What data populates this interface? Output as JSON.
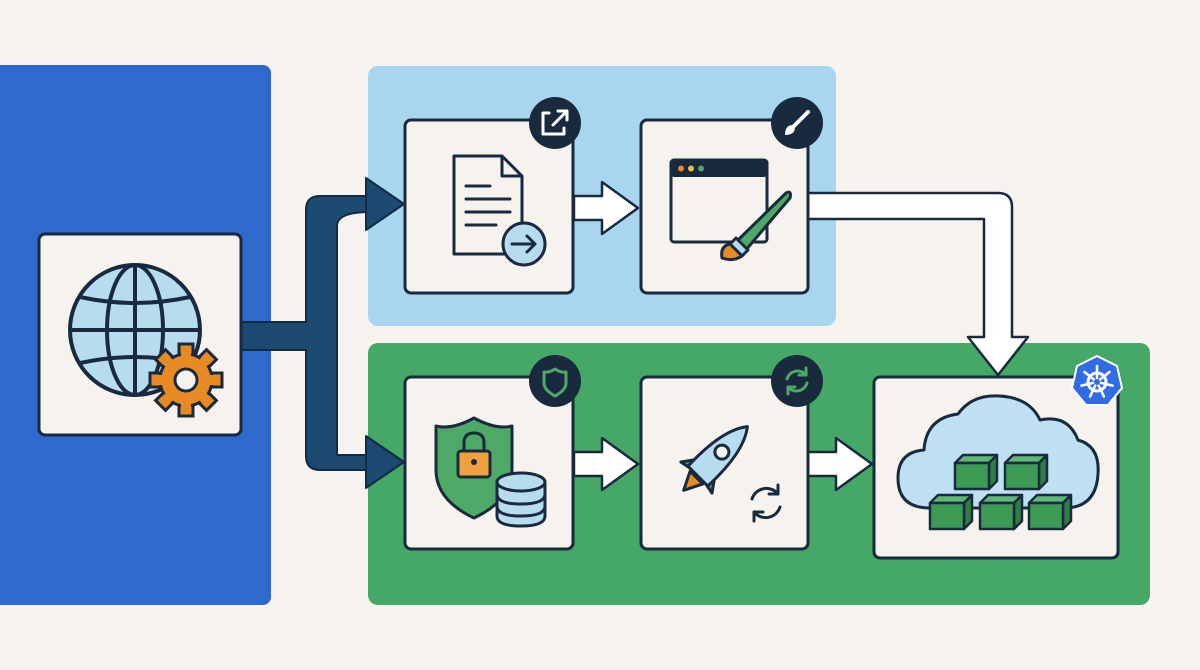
{
  "colors": {
    "background": "#f6f3ee",
    "source_panel": "#2e6acc",
    "top_panel": "#a8d6ee",
    "bottom_panel": "#45a866",
    "card": "#f6f3ee",
    "stroke": "#1a2a3e",
    "arrow_dark": "#1c4a70",
    "arrow_light": "#ffffff",
    "badge": "#1a2a3e",
    "gear": "#e88a24",
    "icon_light_blue": "#b8dcef",
    "shield_green": "#4ea866",
    "lock_orange": "#f0a040",
    "cube_green": "#3c9a55",
    "cloud": "#bfe0f2",
    "k8s_blue": "#326ce5"
  },
  "nodes": [
    {
      "id": "source",
      "icon": "globe-gear-icon"
    },
    {
      "id": "export",
      "icon": "document-arrow-icon",
      "badge": "external-link-icon"
    },
    {
      "id": "design",
      "icon": "browser-paintbrush-icon",
      "badge": "paintbrush-icon"
    },
    {
      "id": "security",
      "icon": "shield-lock-database-icon",
      "badge": "shield-icon"
    },
    {
      "id": "deploy",
      "icon": "rocket-refresh-icon",
      "badge": "refresh-icon"
    },
    {
      "id": "cluster",
      "icon": "cloud-containers-icon",
      "badge": "kubernetes-icon"
    }
  ],
  "edges": [
    {
      "from": "source",
      "to": "export",
      "style": "dark"
    },
    {
      "from": "source",
      "to": "security",
      "style": "dark"
    },
    {
      "from": "export",
      "to": "design",
      "style": "light"
    },
    {
      "from": "design",
      "to": "cluster",
      "style": "light"
    },
    {
      "from": "security",
      "to": "deploy",
      "style": "light"
    },
    {
      "from": "deploy",
      "to": "cluster",
      "style": "light"
    }
  ]
}
